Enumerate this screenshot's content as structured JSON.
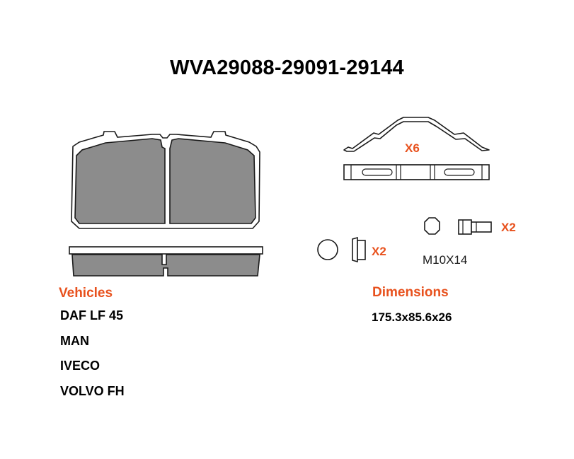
{
  "title": "WVA29088-29091-29144",
  "vehicles": {
    "heading": "Vehicles",
    "items": [
      "DAF LF 45",
      "MAN",
      "IVECO",
      "VOLVO FH"
    ]
  },
  "dimensions": {
    "heading": "Dimensions",
    "value": "175.3x85.6x26"
  },
  "accessories": {
    "spring_qty": "X6",
    "pin_qty": "X2",
    "bolt_qty": "X2",
    "bolt_size": "M10X14"
  },
  "colors": {
    "accent": "#e8511d",
    "pad_fill": "#8c8c8c",
    "outline": "#1a1a1a"
  }
}
